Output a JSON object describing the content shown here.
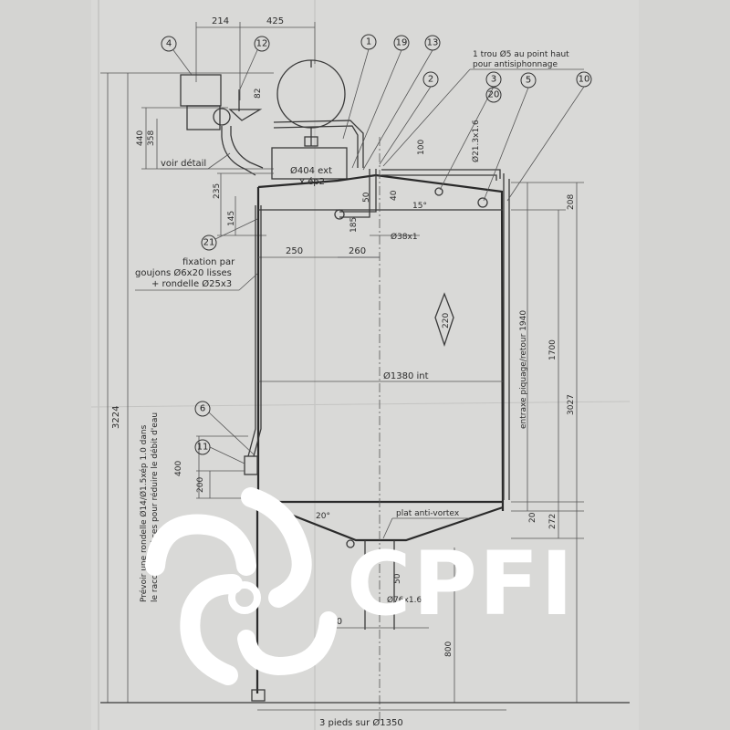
{
  "dimensions": {
    "d214": "214",
    "d425": "425",
    "d440": "440",
    "d358": "358",
    "d82": "82",
    "d235": "235",
    "d145": "145",
    "d250": "250",
    "d260": "260",
    "d185": "185",
    "d50": "50",
    "d40": "40",
    "d100": "100",
    "d15deg": "15°",
    "d20deg": "20°",
    "d38": "Ø38x1",
    "d404": "Ø404 ext",
    "dep2": "x ép2",
    "d213": "Ø21.3x1.6",
    "d1380": "Ø1380 int",
    "d1940": "entraxe piquage/retour 1940",
    "d1700": "1700",
    "d3027": "3027",
    "d3224": "3224",
    "d208": "208",
    "d20": "20",
    "d272": "272",
    "d400": "400",
    "d200": "200",
    "d50b": "50",
    "d76": "Ø76x1.6",
    "d150": "150",
    "d800": "800",
    "d220": "220",
    "d1350": "3 pieds sur Ø1350"
  },
  "notes": {
    "trou": "1 trou Ø5 au point haut",
    "antisiph": "pour antisiphonnage",
    "voir_detail": "voir détail",
    "fixation1": "fixation par",
    "fixation2": "goujons Ø6x20 lisses",
    "fixation3": "+ rondelle Ø25x3",
    "plat": "plat anti-vortex",
    "rotated1": "Prévoir une rondelle Ø14/Ø1.5xép 1.0 dans",
    "rotated2": "le raccord 3 pièces pour réduire le débit d'eau"
  },
  "balloons": [
    "1",
    "19",
    "13",
    "2",
    "3",
    "20",
    "5",
    "10",
    "4",
    "12",
    "21",
    "6",
    "11"
  ],
  "logo": {
    "text": "CPFI",
    "color": "#ffffff"
  }
}
